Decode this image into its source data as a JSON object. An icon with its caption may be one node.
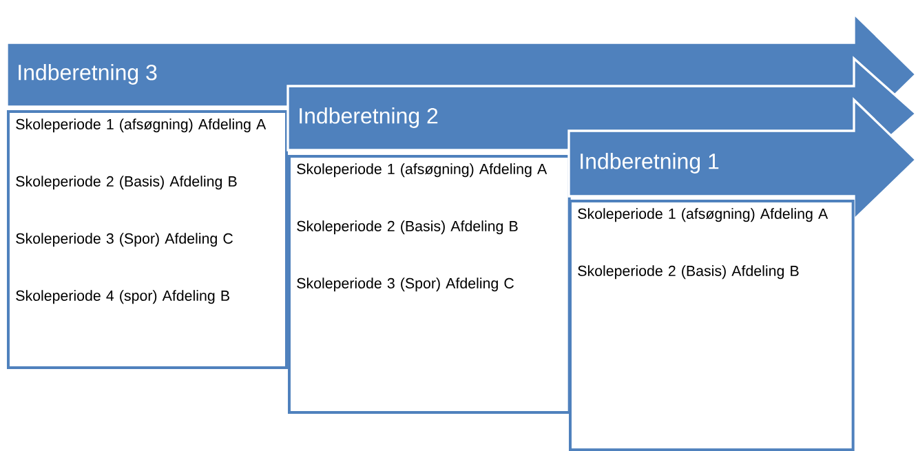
{
  "diagram": {
    "nodes": [
      {
        "text": [
          "Indberetning 3"
        ]
      },
      {
        "text": [
          "Skoleperiode 1 (afsøgning) Afdeling A",
          "Skoleperiode 2 (Basis) Afdeling B",
          "Skoleperiode 3 (Spor) Afdeling C",
          "Skoleperiode 4 (spor) Afdeling B"
        ]
      },
      {
        "text": [
          "Indberetning 2"
        ]
      },
      {
        "text": [
          "Skoleperiode 1 (afsøgning) Afdeling A",
          "Skoleperiode 2 (Basis) Afdeling B",
          "Skoleperiode 3 (Spor) Afdeling C"
        ]
      },
      {
        "text": [
          "Indberetning 1"
        ]
      },
      {
        "text": [
          "Skoleperiode 1 (afsøgning) Afdeling A",
          "Skoleperiode 2 (Basis) Afdeling B"
        ]
      }
    ]
  }
}
